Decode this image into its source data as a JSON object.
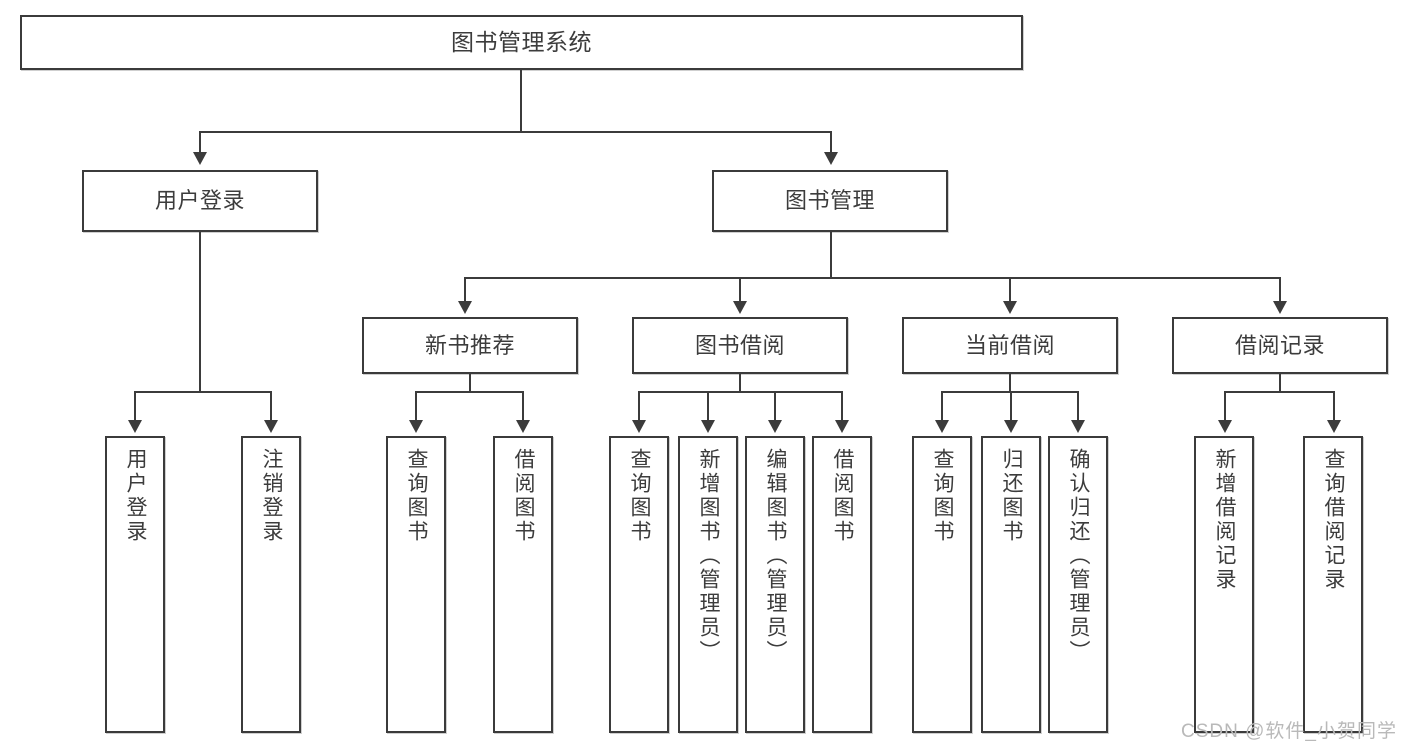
{
  "diagram": {
    "title": "图书管理系统",
    "watermark": "CSDN @软件_小贺同学",
    "colors": {
      "border": "#3b3b3b",
      "text": "#3c3c3c",
      "background": "#ffffff",
      "watermark": "#b9b9b9"
    },
    "root": {
      "label": "图书管理系统"
    },
    "level2": [
      {
        "label": "用户登录"
      },
      {
        "label": "图书管理"
      }
    ],
    "level3": [
      {
        "label": "新书推荐"
      },
      {
        "label": "图书借阅"
      },
      {
        "label": "当前借阅"
      },
      {
        "label": "借阅记录"
      }
    ],
    "leaves": {
      "user_login": [
        {
          "label": "用户登录"
        },
        {
          "label": "注销登录"
        }
      ],
      "new_book": [
        {
          "label": "查询图书"
        },
        {
          "label": "借阅图书"
        }
      ],
      "book_borrow": [
        {
          "label": "查询图书"
        },
        {
          "label": "新增图书（管理员）"
        },
        {
          "label": "编辑图书（管理员）"
        },
        {
          "label": "借阅图书"
        }
      ],
      "current_borrow": [
        {
          "label": "查询图书"
        },
        {
          "label": "归还图书"
        },
        {
          "label": "确认归还（管理员）"
        }
      ],
      "borrow_record": [
        {
          "label": "新增借阅记录"
        },
        {
          "label": "查询借阅记录"
        }
      ]
    }
  }
}
